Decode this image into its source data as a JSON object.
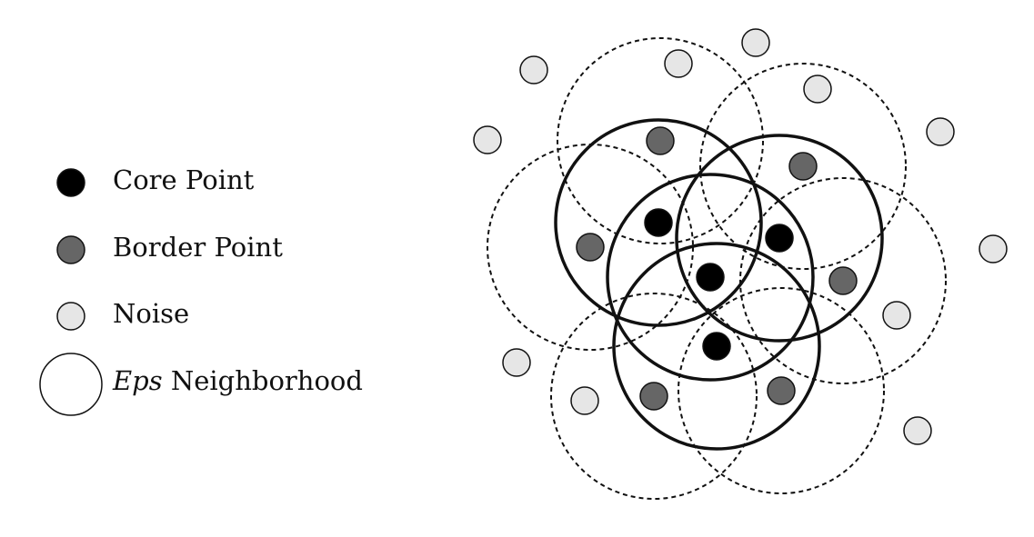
{
  "legend": {
    "core_label": "Core Point",
    "border_label": "Border Point",
    "noise_label": "Noise",
    "eps_label_italic": "Eps",
    "eps_label_rest": " Neighborhood"
  },
  "colors": {
    "core": "#000000",
    "border": "#666666",
    "noise": "#e6e6e6",
    "stroke": "#111111",
    "background": "#ffffff"
  }
}
